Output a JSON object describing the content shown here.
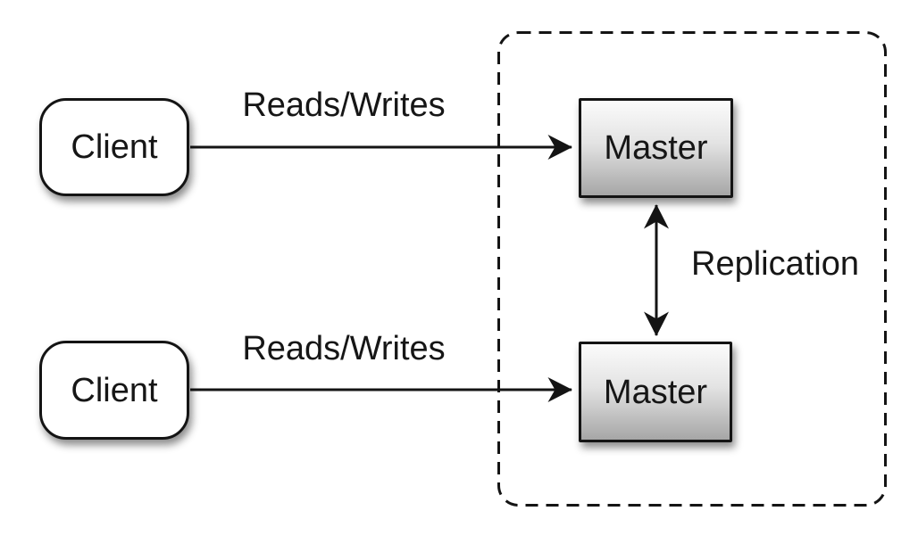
{
  "colors": {
    "background": "#ffffff",
    "stroke": "#141414",
    "client_fill": "#ffffff",
    "master_fill_top": "#fbfbfb",
    "master_fill_bottom": "#a6a6a6"
  },
  "nodes": {
    "client_top": {
      "label": "Client"
    },
    "client_bottom": {
      "label": "Client"
    },
    "master_top": {
      "label": "Master"
    },
    "master_bottom": {
      "label": "Master"
    }
  },
  "edges": {
    "reads_writes_top": {
      "label": "Reads/Writes"
    },
    "reads_writes_bottom": {
      "label": "Reads/Writes"
    },
    "replication": {
      "label": "Replication"
    }
  }
}
